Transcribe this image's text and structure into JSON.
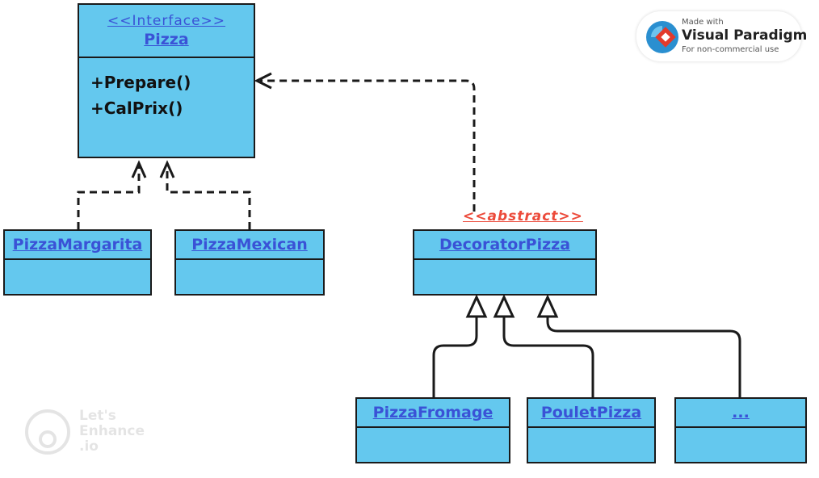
{
  "diagram": {
    "interface": {
      "stereotype": "<<Interface>>",
      "name": "Pizza",
      "operations": [
        "+Prepare()",
        "+CalPrix()"
      ]
    },
    "concrete_classes": [
      "PizzaMargarita",
      "PizzaMexican"
    ],
    "decorator": {
      "stereotype": "<<abstract>>",
      "name": "DecoratorPizza"
    },
    "decorator_subclasses": [
      "PizzaFromage",
      "PouletPizza",
      "..."
    ]
  },
  "watermark": {
    "small_top": "Made with",
    "brand": "Visual Paradigm",
    "small_bottom": "For non-commercial use"
  },
  "enhance_watermark": {
    "line1": "Let's",
    "line2": "Enhance",
    "line3": ".io"
  },
  "colors": {
    "class_fill": "#64c8ee",
    "class_text": "#3a52d6",
    "abstract_stereotype": "#ec4a3a",
    "lines": "#1a1a1a"
  }
}
